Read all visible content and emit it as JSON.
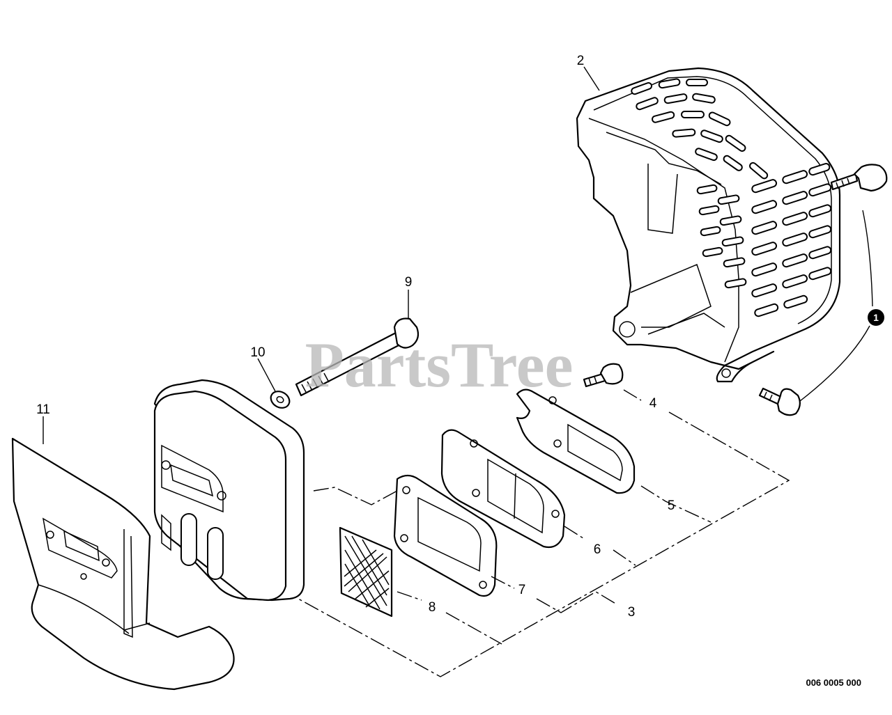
{
  "watermark": {
    "text": "PartsTree"
  },
  "drawing_code": "006 0005 000",
  "callouts": {
    "p1": "1",
    "p2": "2",
    "p3": "3",
    "p4": "4",
    "p5": "5",
    "p6": "6",
    "p7": "7",
    "p8": "8",
    "p9": "9",
    "p10": "10",
    "p11": "11"
  },
  "colors": {
    "ink": "#000000",
    "watermark": "#b8b8b8",
    "background": "#ffffff"
  }
}
